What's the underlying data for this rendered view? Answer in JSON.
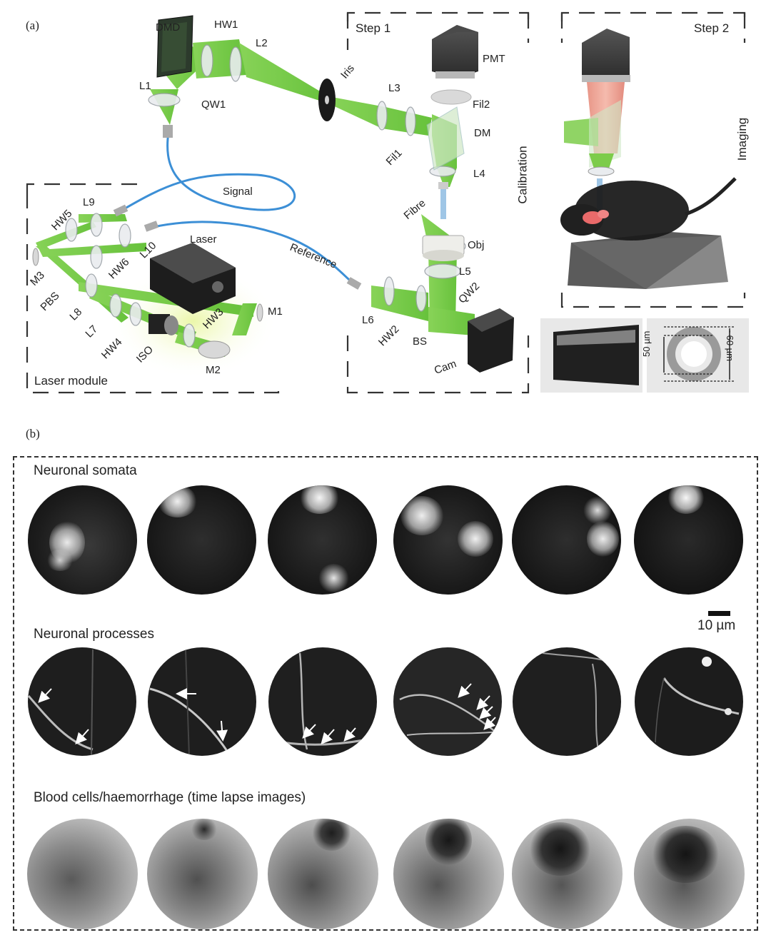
{
  "panel_a": {
    "letter": "(a)",
    "step1": "Step 1",
    "step2": "Step 2",
    "laser_module": "Laser module",
    "calibration": "Calibration",
    "imaging": "Imaging",
    "signal": "Signal",
    "reference": "Reference",
    "components": {
      "DMD": "DMD",
      "HW1": "HW1",
      "L2": "L2",
      "L1": "L1",
      "QW1": "QW1",
      "Iris": "Iris",
      "L3": "L3",
      "PMT": "PMT",
      "Fil2": "Fil2",
      "DM": "DM",
      "Fil1": "Fil1",
      "L4": "L4",
      "Fibre": "Fibre",
      "Obj": "Obj",
      "L5": "L5",
      "QW2": "QW2",
      "L6": "L6",
      "HW2": "HW2",
      "BS": "BS",
      "Cam": "Cam",
      "HW5": "HW5",
      "L9": "L9",
      "M3": "M3",
      "L10": "L10",
      "Laser": "Laser",
      "HW6": "HW6",
      "PBS": "PBS",
      "L8": "L8",
      "L7": "L7",
      "HW3": "HW3",
      "M1": "M1",
      "HW4": "HW4",
      "ISO": "ISO",
      "M2": "M2"
    },
    "inset": {
      "dim_50": "50 µm",
      "dim_60": "~60 µm"
    }
  },
  "panel_b": {
    "letter": "(b)",
    "rows": [
      {
        "title": "Neuronal somata"
      },
      {
        "title": "Neuronal processes"
      },
      {
        "title": "Blood cells/haemorrhage (time lapse images)"
      }
    ],
    "scale_bar": "10 µm"
  }
}
